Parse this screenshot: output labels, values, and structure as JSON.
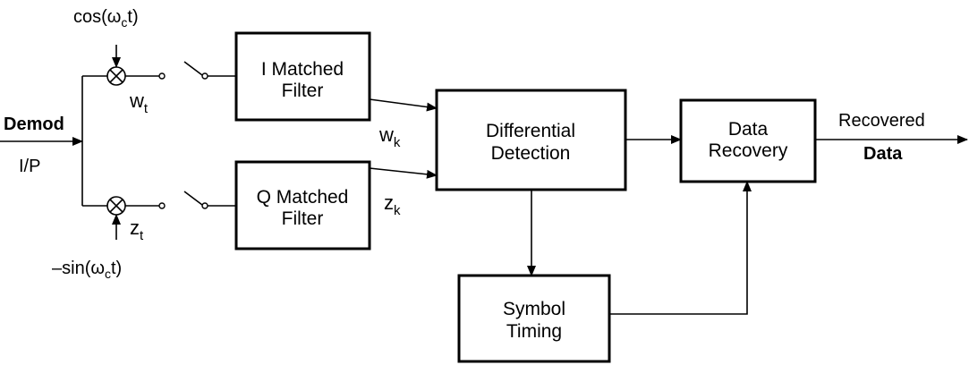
{
  "blocks": {
    "i_filter": [
      "I Matched",
      "Filter"
    ],
    "q_filter": [
      "Q Matched",
      "Filter"
    ],
    "diff_detect": [
      "Differential",
      "Detection"
    ],
    "data_recovery": [
      "Data",
      "Recovery"
    ],
    "symbol_timing": [
      "Symbol",
      "Timing"
    ]
  },
  "labels": {
    "demod": "Demod",
    "io_port": "I/P",
    "cos_main": "cos(ω",
    "cos_sub": "c",
    "cos_end": "t)",
    "sin_main": "–sin(ω",
    "sin_sub": "c",
    "sin_end": "t)",
    "w_t_main": "w",
    "w_t_sub": "t",
    "z_t_main": "z",
    "z_t_sub": "t",
    "w_k_main": "w",
    "w_k_sub": "k",
    "z_k_main": "z",
    "z_k_sub": "k",
    "recovered": "Recovered",
    "data_out": "Data"
  }
}
